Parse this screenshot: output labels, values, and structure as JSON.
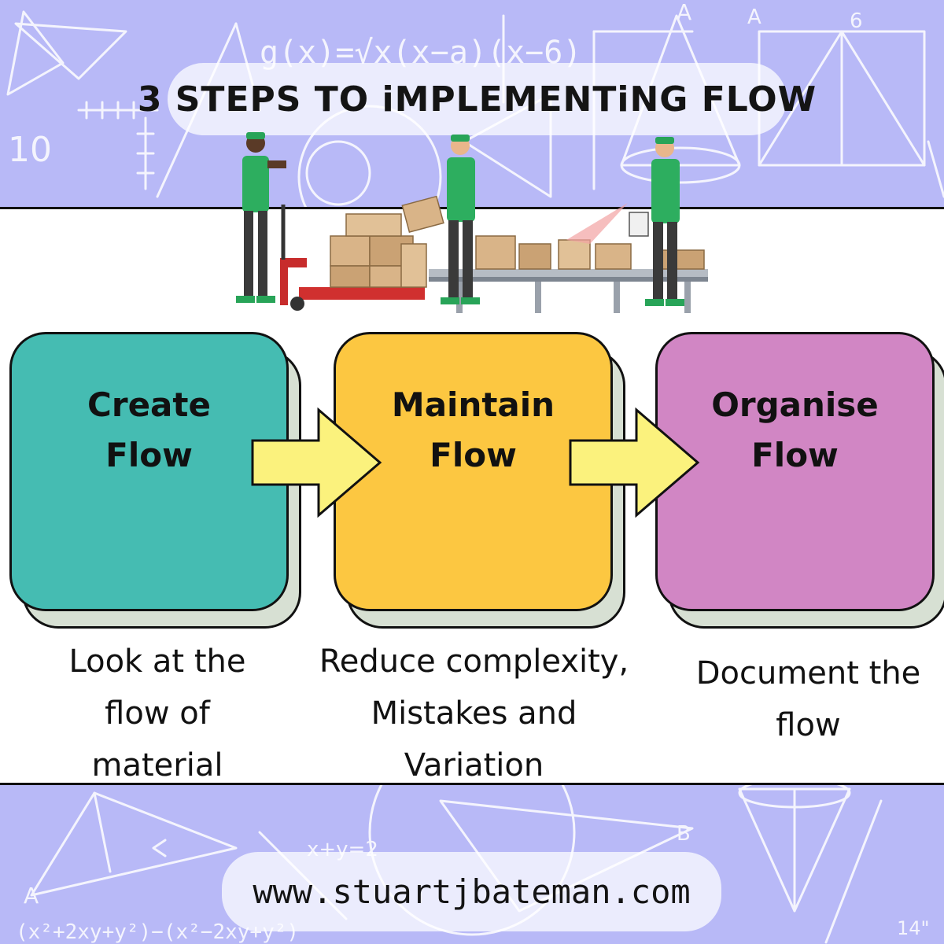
{
  "header": {
    "title": "3 STEPS TO iMPLEMENTiNG FLOW"
  },
  "steps": [
    {
      "label": "Create\nFlow",
      "description": "Look at the\nflow of\nmaterial",
      "color": "#45bcb2"
    },
    {
      "label": "Maintain\nFlow",
      "description": "Reduce complexity,\nMistakes and\nVariation",
      "color": "#fcc741"
    },
    {
      "label": "Organise\nFlow",
      "description": "Document the\nflow",
      "color": "#d186c4"
    }
  ],
  "footer": {
    "url": "www.stuartjbateman.com"
  },
  "theme": {
    "band_color": "#b8b9f7",
    "arrow_color": "#fbf27d",
    "card_shadow_color": "#d7e0d3"
  },
  "illustration": {
    "icon": "warehouse-workers-illustration"
  },
  "background": {
    "icon": "math-doodles-pattern"
  }
}
